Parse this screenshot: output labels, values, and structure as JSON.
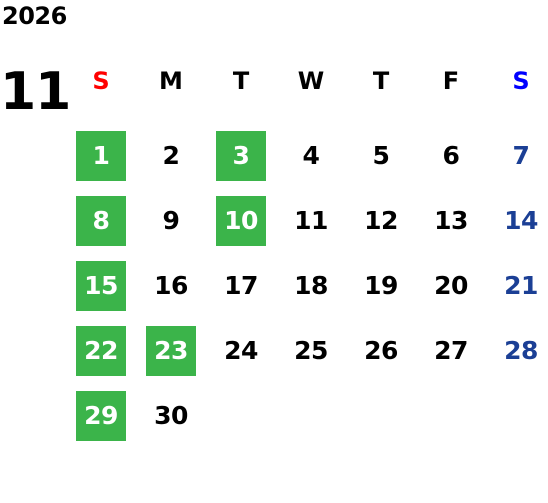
{
  "calendar": {
    "year": "2026",
    "month": "11",
    "weekday_headers": [
      "S",
      "M",
      "T",
      "W",
      "T",
      "F",
      "S"
    ],
    "weeks": [
      [
        "1",
        "2",
        "3",
        "4",
        "5",
        "6",
        "7"
      ],
      [
        "8",
        "9",
        "10",
        "11",
        "12",
        "13",
        "14"
      ],
      [
        "15",
        "16",
        "17",
        "18",
        "19",
        "20",
        "21"
      ],
      [
        "22",
        "23",
        "24",
        "25",
        "26",
        "27",
        "28"
      ],
      [
        "29",
        "30",
        "",
        "",
        "",
        "",
        ""
      ]
    ],
    "highlighted_days": [
      "1",
      "3",
      "8",
      "10",
      "15",
      "22",
      "23",
      "29"
    ]
  },
  "colors": {
    "highlight": "#3bb44a",
    "sunday_header": "#ff0000",
    "saturday_header": "#0000ff",
    "saturday_date": "#1b3f95",
    "text": "#000000"
  }
}
